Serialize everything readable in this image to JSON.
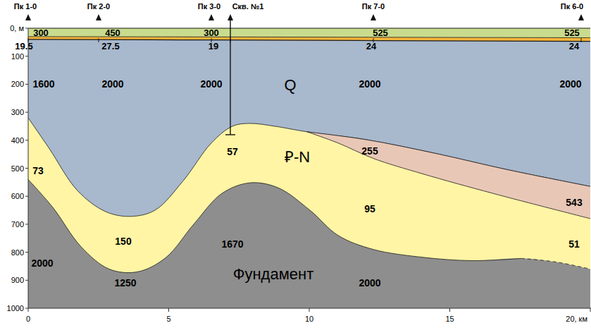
{
  "diagram": {
    "nodes": [
      {
        "text": [
          "300",
          "450",
          "300",
          "525",
          "525"
        ]
      },
      {
        "text": [
          "19.5",
          "27.5",
          "19",
          "24",
          "24"
        ]
      },
      {
        "text": [
          "1600",
          "2000",
          "2000",
          "Q",
          "2000",
          "2000"
        ]
      },
      {
        "text": [
          "73",
          "57",
          "₽-N",
          "150",
          "95",
          "51"
        ]
      },
      {
        "text": [
          "255",
          "543"
        ]
      },
      {
        "text": [
          "2000",
          "1250",
          "1670",
          "Фундамент",
          "2000"
        ]
      }
    ],
    "labels": [
      "Пк 1-0",
      "Пк 2-0",
      "Пк 3-0",
      "Скв. №1",
      "Пк 7-0",
      "Пк 6-0",
      "0, м",
      "100",
      "200",
      "300",
      "400",
      "500",
      "600",
      "700",
      "800",
      "900",
      "1000",
      "0",
      "5",
      "10",
      "15",
      "20, км"
    ]
  }
}
